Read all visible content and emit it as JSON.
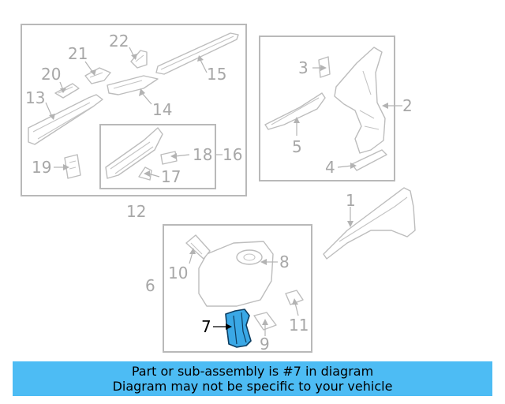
{
  "highlight": "7",
  "colors": {
    "highlight_fill": "#3aa8e6",
    "banner_bg": "#4dbcf4",
    "lines": "#b9b9b9"
  },
  "groups": [
    {
      "id": "12",
      "members": [
        "13",
        "14",
        "15",
        "16",
        "19",
        "20",
        "21",
        "22"
      ]
    },
    {
      "id": "16",
      "members": [
        "17",
        "18"
      ]
    },
    {
      "id": "2",
      "members": [
        "3",
        "4",
        "5"
      ]
    },
    {
      "id": "6",
      "members": [
        "7",
        "8",
        "9",
        "10",
        "11"
      ]
    }
  ],
  "labels": {
    "l1": "1",
    "l2": "2",
    "l3": "3",
    "l4": "4",
    "l5": "5",
    "l6": "6",
    "l7": "7",
    "l8": "8",
    "l9": "9",
    "l10": "10",
    "l11": "11",
    "l12": "12",
    "l13": "13",
    "l14": "14",
    "l15": "15",
    "l16": "16",
    "l17": "17",
    "l18": "18",
    "l19": "19",
    "l20": "20",
    "l21": "21",
    "l22": "22"
  },
  "banner": {
    "line1": "Part or sub-assembly is #7 in diagram",
    "line2": "Diagram may not be specific to your vehicle"
  }
}
